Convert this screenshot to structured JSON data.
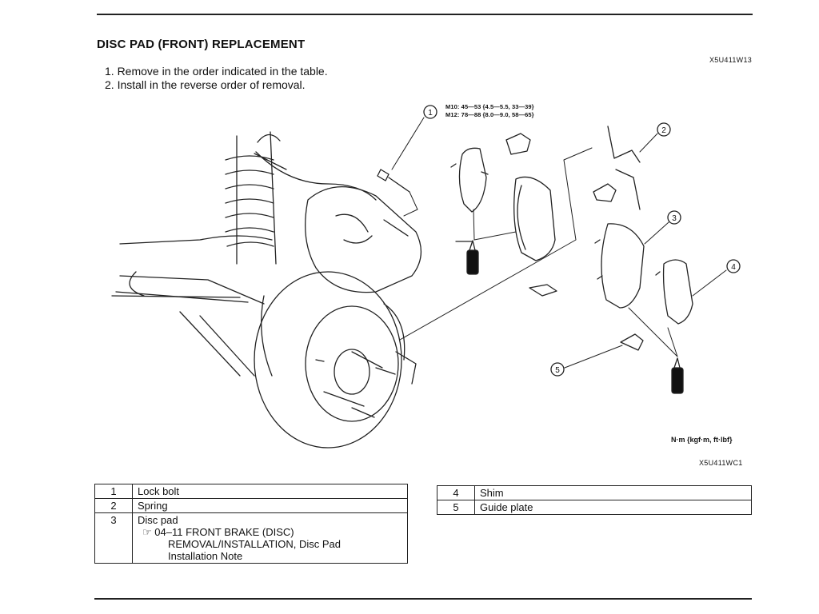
{
  "header": {
    "title": "DISC PAD (FRONT) REPLACEMENT",
    "steps": [
      "1. Remove in the order indicated in the table.",
      "2. Install in the reverse order of removal."
    ],
    "figure_code_top": "X5U411W13",
    "figure_code_bottom": "X5U411WC1"
  },
  "torque": {
    "m10": "M10: 45—53 {4.5—5.5, 33—39}",
    "m12": "M12: 78—88 {8.0—9.0, 58—65}",
    "units": "N·m {kgf·m, ft·lbf}"
  },
  "callouts": [
    "①",
    "②",
    "③",
    "④",
    "⑤"
  ],
  "parts_left": [
    {
      "num": "1",
      "name": "Lock bolt"
    },
    {
      "num": "2",
      "name": "Spring"
    },
    {
      "num": "3",
      "name": "Disc pad",
      "ref_symbol": "☞",
      "ref_lines": [
        "04–11 FRONT BRAKE (DISC)",
        "REMOVAL/INSTALLATION, Disc Pad",
        "Installation Note"
      ]
    }
  ],
  "parts_right": [
    {
      "num": "4",
      "name": "Shim"
    },
    {
      "num": "5",
      "name": "Guide plate"
    }
  ]
}
